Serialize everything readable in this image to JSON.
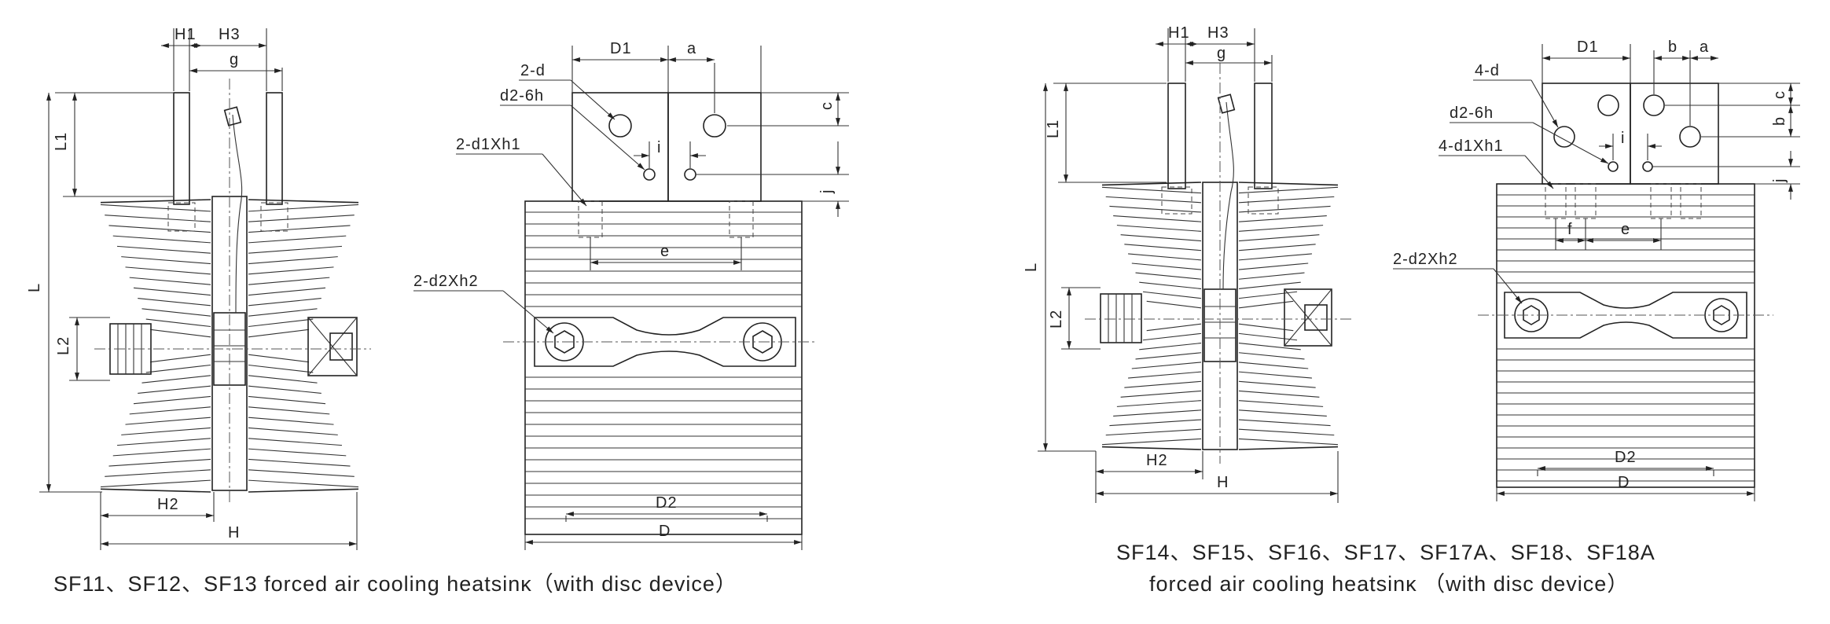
{
  "left_drawing": {
    "side_view": {
      "labels": {
        "H1": "H1",
        "H3": "H3",
        "g": "g",
        "L1": "L1",
        "L": "L",
        "L2": "L2",
        "H2": "H2",
        "H": "H"
      }
    },
    "front_view": {
      "labels": {
        "D1": "D1",
        "a": "a",
        "two_d": "2-d",
        "d2_6h": "d2-6h",
        "two_d1xh1": "2-d1Xh1",
        "i": "i",
        "c": "c",
        "j": "j",
        "e": "e",
        "two_d2xh2": "2-d2Xh2",
        "D2": "D2",
        "D": "D"
      }
    },
    "caption": "SF11、SF12、SF13 forced air cooling heatsinĸ（with disc device）"
  },
  "right_drawing": {
    "side_view": {
      "labels": {
        "H1": "H1",
        "H3": "H3",
        "g": "g",
        "L1": "L1",
        "L": "L",
        "L2": "L2",
        "H2": "H2",
        "H": "H"
      }
    },
    "front_view": {
      "labels": {
        "D1": "D1",
        "b_top": "b",
        "a": "a",
        "four_d": "4-d",
        "d2_6h": "d2-6h",
        "four_d1xh1": "4-d1Xh1",
        "i": "i",
        "c": "c",
        "b_side": "b",
        "j": "j",
        "f": "f",
        "e": "e",
        "two_d2xh2": "2-d2Xh2",
        "D2": "D2",
        "D": "D"
      }
    },
    "caption_line1": "SF14、SF15、SF16、SF17、SF17A、SF18、SF18A",
    "caption_line2": "forced air cooling heatsinĸ （with disc device）"
  }
}
